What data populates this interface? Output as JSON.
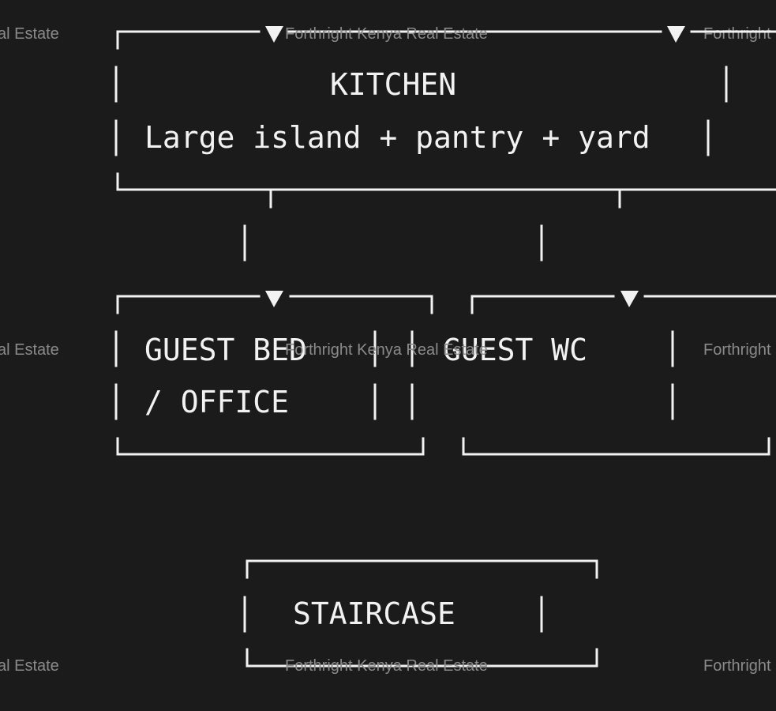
{
  "watermark": "Forthright Kenya Real Estate",
  "colors": {
    "background": "#1b1b1b",
    "lines": "#f2f2f2",
    "text": "#f2f2f2",
    "watermark": "#8a8a8a"
  },
  "rooms": {
    "kitchen": {
      "title": "KITCHEN",
      "subtitle": "Large island + pantry + yard"
    },
    "guest_bed": {
      "line1": "GUEST BED",
      "line2": "/ OFFICE"
    },
    "guest_wc": {
      "title": "GUEST WC"
    },
    "staircase": {
      "title": "STAIRCASE"
    }
  }
}
